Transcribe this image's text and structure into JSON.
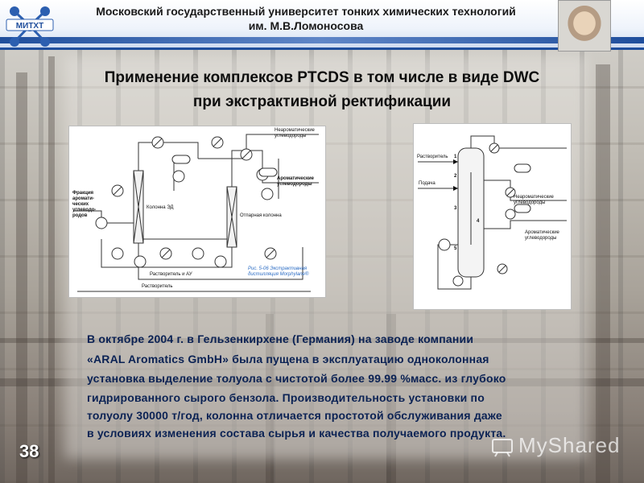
{
  "header": {
    "university_line1": "Московский государственный университет тонких химических технологий",
    "university_line2": "им. М.В.Ломоносова",
    "logo_text": "МИТХТ"
  },
  "title": {
    "line1": "Применение комплексов PTCDS в том числе в виде DWC",
    "line2": "при экстрактивной ректификации"
  },
  "left_diagram": {
    "labels": {
      "nonaromatic": "Неароматические углеводороды",
      "aromatic": "Ароматические углеводороды",
      "feed_fraction": "Фракция аромати-ческих углеводо-родов",
      "column_ed": "Колонна ЭД",
      "stripping_column": "Отпарная колонна",
      "solvent_au": "Растворитель и АУ",
      "solvent": "Растворитель",
      "caption": "Рис. 5-06 Экстрактивная дистилляция Morphylane®"
    }
  },
  "right_diagram": {
    "labels": {
      "solvent": "Растворитель",
      "feed": "Подача",
      "nonaromatic": "Неароматические углеводороды",
      "aromatic": "Ароматические углеводороды",
      "n1": "1",
      "n2": "2",
      "n3": "3",
      "n4": "4",
      "n5": "5"
    }
  },
  "paragraph": {
    "line1": "В октябре 2004 г. в Гельзенкирхене (Германия) на заводе компании",
    "line2": "«ARAL Aromatics GmbH» была пущена в эксплуатацию одноколонная",
    "line3": "установка выделение толуола с чистотой более 99.99 %масс. из глубоко",
    "line4": "гидрированного сырого бензола. Производительность установки по",
    "line5": "толуолу 30000 т/год, колонна отличается простотой обслуживания даже",
    "line6": "в условиях изменения состава сырья и качества получаемого продукта."
  },
  "slide_number": "38",
  "watermark": "MyShared",
  "colors": {
    "header_blue": "#1f4e9c",
    "paragraph_text": "#0b2254"
  }
}
